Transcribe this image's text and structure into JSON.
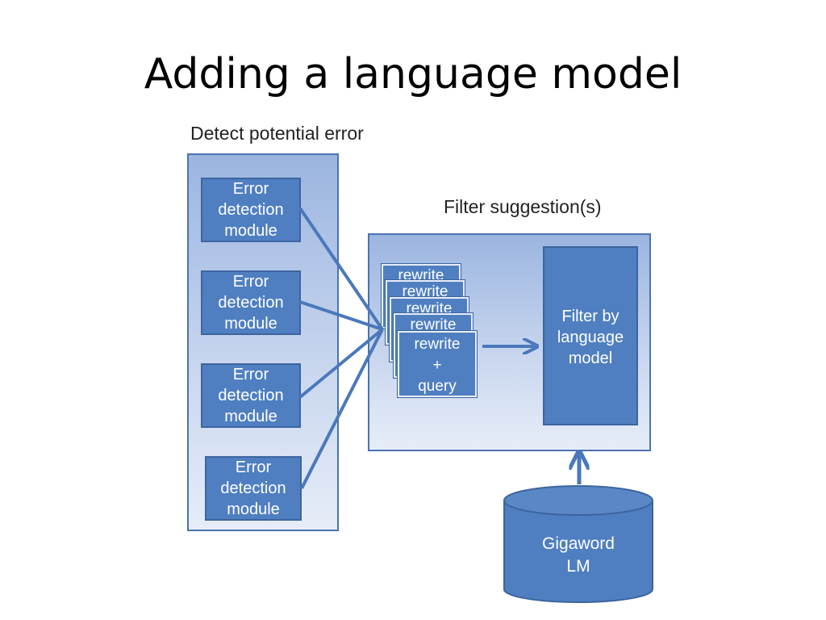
{
  "slide": {
    "title": "Adding a language model"
  },
  "detect": {
    "label": "Detect potential error",
    "modules": [
      {
        "line1": "Error",
        "line2": "detection",
        "line3": "module"
      },
      {
        "line1": "Error",
        "line2": "detection",
        "line3": "module"
      },
      {
        "line1": "Error",
        "line2": "detection",
        "line3": "module"
      },
      {
        "line1": "Error",
        "line2": "detection",
        "line3": "module"
      }
    ]
  },
  "filter": {
    "label": "Filter suggestion(s)",
    "stack_label": "rewrite",
    "front": {
      "line1": "rewrite",
      "line2": "+",
      "line3": "query"
    },
    "box": {
      "line1": "Filter by",
      "line2": "language",
      "line3": "model"
    }
  },
  "database": {
    "line1": "Gigaword",
    "line2": "LM"
  },
  "colors": {
    "box_fill": "#4f7fc0",
    "box_border": "#3d659e",
    "panel_border": "#4a74b0",
    "arrow": "#4a78bb"
  }
}
